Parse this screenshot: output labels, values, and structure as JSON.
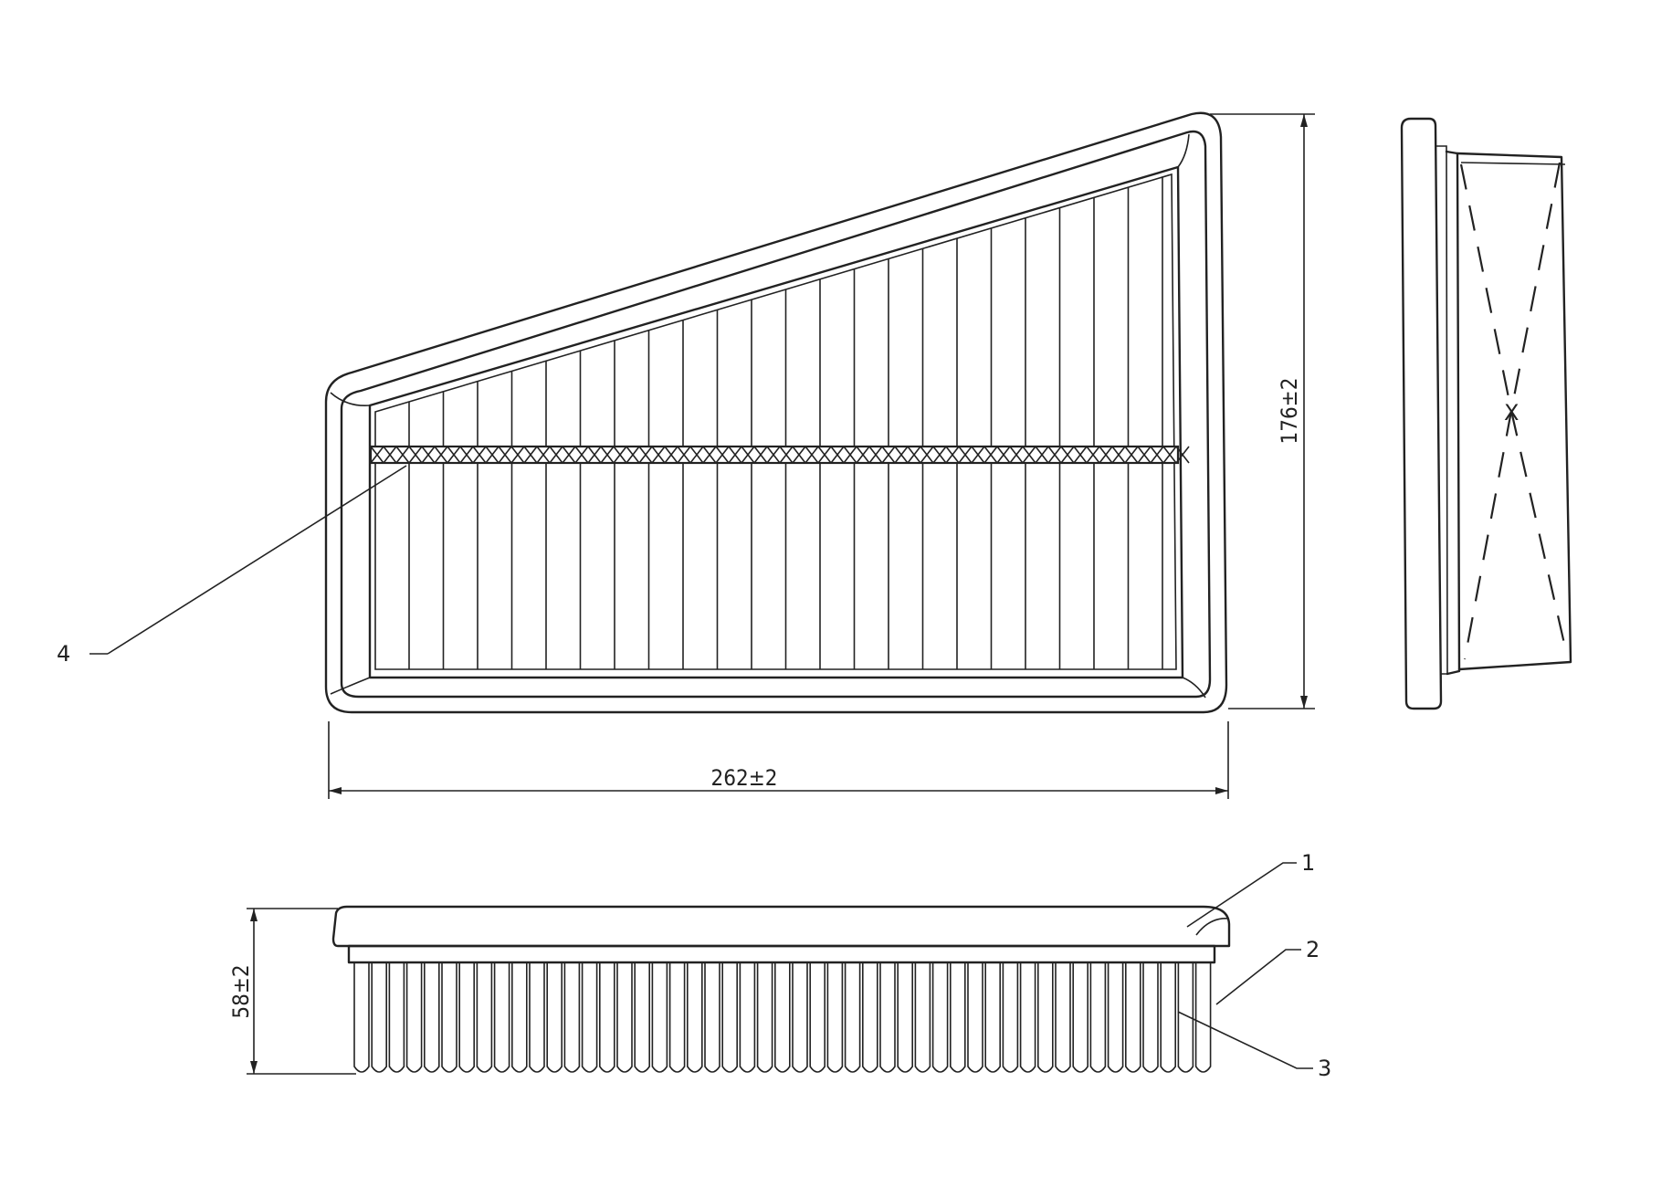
{
  "dimensions": {
    "width": "262±2",
    "height": "176±2",
    "depth": "58±2"
  },
  "callouts": {
    "c1": "1",
    "c2": "2",
    "c3": "3",
    "c4": "4",
    "side_center": "X"
  },
  "colors": {
    "line": "#222222",
    "background": "#ffffff"
  }
}
